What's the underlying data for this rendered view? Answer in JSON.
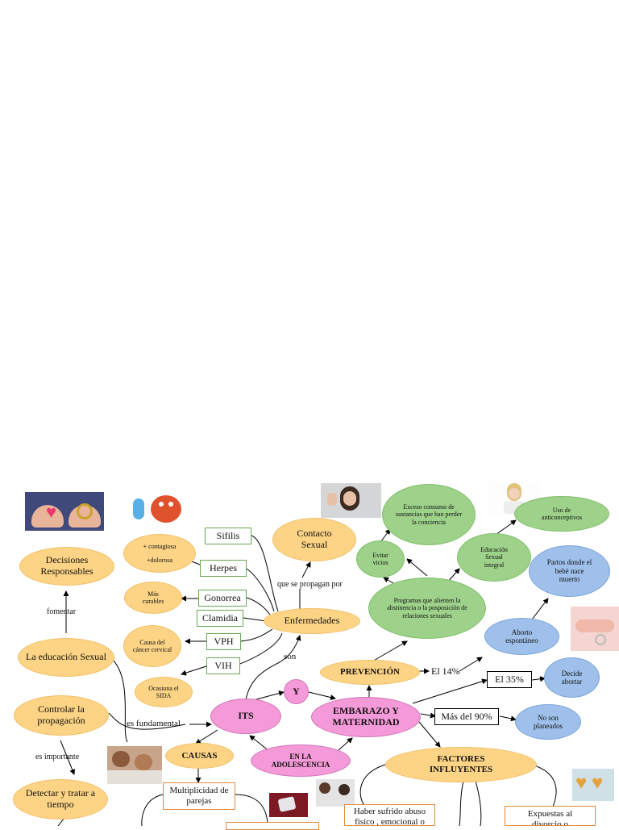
{
  "nodes": {
    "decisiones": "Decisiones Responsables",
    "educacion_sexual": "La educación Sexual",
    "controlar": "Controlar la propagación",
    "detectar": "Detectar y tratar a tiempo",
    "contagiosa_1": "+ contagiosa",
    "contagiosa_2": "+dolorosa",
    "mas_curables": "Más curables",
    "causa_cancer": "Causa del cáncer cervical",
    "ocasiona_sida": "Ocasiona el SIDA",
    "sifilis": "Sifilis",
    "herpes": "Herpes",
    "gonorrea": "Gonorrea",
    "clamidia": "Clamidia",
    "vph": "VPH",
    "vih": "VIH",
    "contacto_sexual": "Contacto Sexual",
    "enfermedades": "Enfermedades",
    "its": "ITS",
    "y": "Y",
    "embarazo": "EMBARAZO Y MATERNIDAD",
    "en_la_adolescencia": "EN LA ADOLESCENCIA",
    "causas": "CAUSAS",
    "multiplicidad": "Multiplicidad de parejas",
    "prevencion": "PREVENCIÓN",
    "factores": "FACTORES INFLUYENTES",
    "evitar_vicios": "Evitar vicios",
    "exceso_consumo": "Exceso consumo de sustancias que han perder la conciencia",
    "programas": "Programas que alienten la abstinencia o la posposición de relaciones sexuales",
    "educacion_integral": "Educación Sexual integral",
    "uso_anticonceptivos": "Uso de anticonceptivos",
    "partos": "Partos donde el bebé nace muerto",
    "aborto": "Aborto espontáneo",
    "decide_abortar": "Decide abortar",
    "no_son_planeados": "No son planeados",
    "el_35": "El 35%",
    "mas_del_90": "Más del 90%",
    "haber_sufrido": "Haber sufrido abuso físico , emocional o",
    "expuestas": "Expuestas al divorcio o"
  },
  "labels": {
    "fomentar": "fomentar",
    "es_importante": "es importante",
    "es_fundamental": "es fundamental",
    "que_se_propagan": "que se propagan por",
    "son": "son",
    "el_14": "El 14%"
  },
  "colors": {
    "yellow": "#fdd485",
    "green": "#9ed28a",
    "blue": "#9ec0ea",
    "pink": "#f59ad8"
  },
  "images": [
    "hands-heart-photo",
    "bacteria-cartoon",
    "woman-stop-photo",
    "woman-hand-photo",
    "hand-ring-photo",
    "couple-bed-photo",
    "condom-photo",
    "couple-argue-photo",
    "broken-family-icon"
  ]
}
